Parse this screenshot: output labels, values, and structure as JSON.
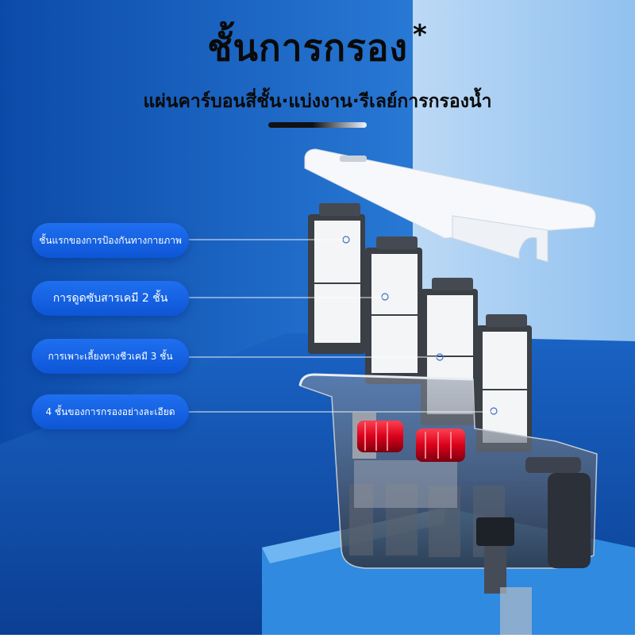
{
  "heading": {
    "title": "ชั้นการกรอง",
    "star": "*",
    "subtitle": "แผ่นคาร์บอนสี่ชั้น·แบ่งงาน·รีเลย์การกรองน้ำ"
  },
  "labels": [
    {
      "text": "ชั้นแรกของการป้องกันทางกายภาพ"
    },
    {
      "text": "การดูดซับสารเคมี 2 ชั้น"
    },
    {
      "text": "การเพาะเลี้ยงทางชีวเคมี 3 ชั้น"
    },
    {
      "text": "4 ชั้นของการกรองอย่างละเอียด"
    }
  ],
  "colors": {
    "background": "#2f86dc",
    "pill": "#1565e6",
    "impeller": "#e01020",
    "tank": "#3a4250"
  }
}
